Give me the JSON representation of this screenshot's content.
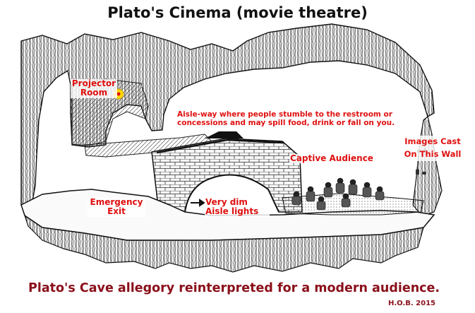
{
  "title": "Plato's Cinema (movie theatre)",
  "labels": {
    "projector": "Projector Room",
    "aisle": "Aisle-way where people stumble to the restroom or concessions and may spill food, drink or fall on you.",
    "audience": "Captive Audience",
    "images": "Images Cast On This Wall",
    "emergency": "Emergency Exit",
    "dim": "Very dim Aisle lights"
  },
  "caption": "Plato's Cave allegory reinterpreted for a modern audience.",
  "credit": "H.O.B. 2015",
  "colors": {
    "label": "#e01010",
    "caption": "#8a0f1a",
    "projector_light": "#ffd800"
  }
}
